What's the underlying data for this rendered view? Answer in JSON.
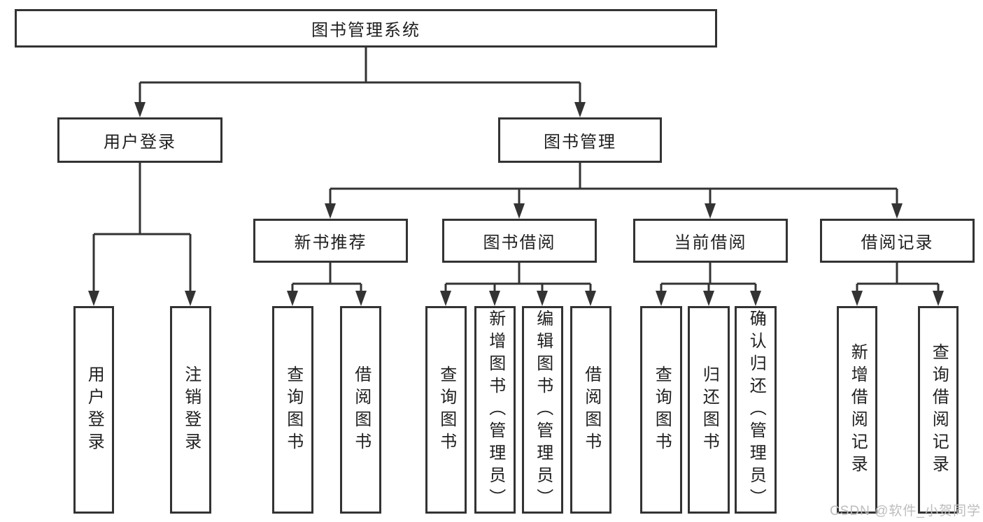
{
  "diagram": {
    "title": "图书管理系统",
    "colors": {
      "line": "#333333",
      "text": "#1f1f1f",
      "background": "#ffffff",
      "watermark": "#bdbdbd"
    },
    "nodes": {
      "root": {
        "label": "图书管理系统"
      },
      "userLogin": {
        "label": "用户登录"
      },
      "bookMgmt": {
        "label": "图书管理"
      },
      "newBookRec": {
        "label": "新书推荐"
      },
      "bookBorrow": {
        "label": "图书借阅"
      },
      "currentBorrow": {
        "label": "当前借阅"
      },
      "borrowRecords": {
        "label": "借阅记录"
      },
      "vUserLogin": {
        "label": "用户登录"
      },
      "vLogout": {
        "label": "注销登录"
      },
      "vQueryBooks1": {
        "label": "查询图书"
      },
      "vBorrowBooks1": {
        "label": "借阅图书"
      },
      "vQueryBooks2": {
        "label": "查询图书"
      },
      "vAddBooks": {
        "label": "新增图书（管理员）"
      },
      "vEditBooks": {
        "label": "编辑图书（管理员）"
      },
      "vBorrowBooks2": {
        "label": "借阅图书"
      },
      "vQueryBooks3": {
        "label": "查询图书"
      },
      "vReturnBooks": {
        "label": "归还图书"
      },
      "vConfirmReturn": {
        "label": "确认归还（管理员）"
      },
      "vAddBorrowRecord": {
        "label": "新增借阅记录"
      },
      "vQueryBorrowRecord": {
        "label": "查询借阅记录"
      }
    },
    "edges": [
      {
        "from": "root",
        "to": "userLogin"
      },
      {
        "from": "root",
        "to": "bookMgmt"
      },
      {
        "from": "userLogin",
        "to": "vUserLogin"
      },
      {
        "from": "userLogin",
        "to": "vLogout"
      },
      {
        "from": "bookMgmt",
        "to": "newBookRec"
      },
      {
        "from": "bookMgmt",
        "to": "bookBorrow"
      },
      {
        "from": "bookMgmt",
        "to": "currentBorrow"
      },
      {
        "from": "bookMgmt",
        "to": "borrowRecords"
      },
      {
        "from": "newBookRec",
        "to": "vQueryBooks1"
      },
      {
        "from": "newBookRec",
        "to": "vBorrowBooks1"
      },
      {
        "from": "bookBorrow",
        "to": "vQueryBooks2"
      },
      {
        "from": "bookBorrow",
        "to": "vAddBooks"
      },
      {
        "from": "bookBorrow",
        "to": "vEditBooks"
      },
      {
        "from": "bookBorrow",
        "to": "vBorrowBooks2"
      },
      {
        "from": "currentBorrow",
        "to": "vQueryBooks3"
      },
      {
        "from": "currentBorrow",
        "to": "vReturnBooks"
      },
      {
        "from": "currentBorrow",
        "to": "vConfirmReturn"
      },
      {
        "from": "borrowRecords",
        "to": "vAddBorrowRecord"
      },
      {
        "from": "borrowRecords",
        "to": "vQueryBorrowRecord"
      }
    ],
    "watermark": {
      "text": "CSDN @软件_小贺同学"
    }
  }
}
